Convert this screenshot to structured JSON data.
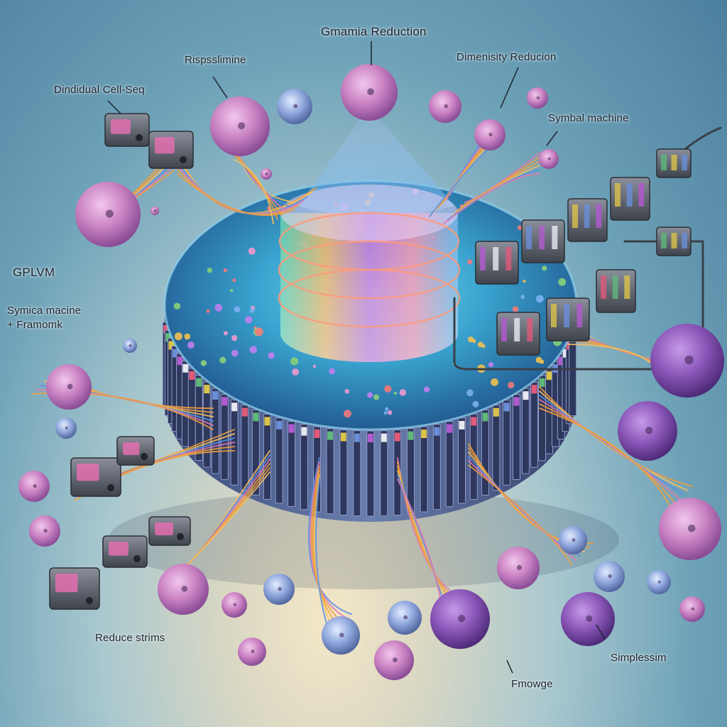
{
  "labels": {
    "top_center": "Gmamia Reduction",
    "top_left": "Rispsslimine",
    "top_right": "Dimenisity Reducion",
    "left_top": "Dindidual Cell-Seq",
    "right_mid": "Symbal machine",
    "left_mid": "GPLVM",
    "left_lower": "Symica macine\n+ Framomk",
    "bottom_left": "Reduce strims",
    "bottom_right": "Simplessim",
    "bottom_center": "Fmowge"
  },
  "colors": {
    "background_top": "#4b7f9e",
    "background_glow": "#f4e7c7",
    "disc_top": "#2f7fc0",
    "column_glow": "#9c6fd6",
    "cell_pink": "#c981c2",
    "cell_purple": "#8a56b8",
    "cell_blue": "#8ea6dc",
    "wire_orange": "#f0a040",
    "device_gray": "#4a4f5a"
  }
}
